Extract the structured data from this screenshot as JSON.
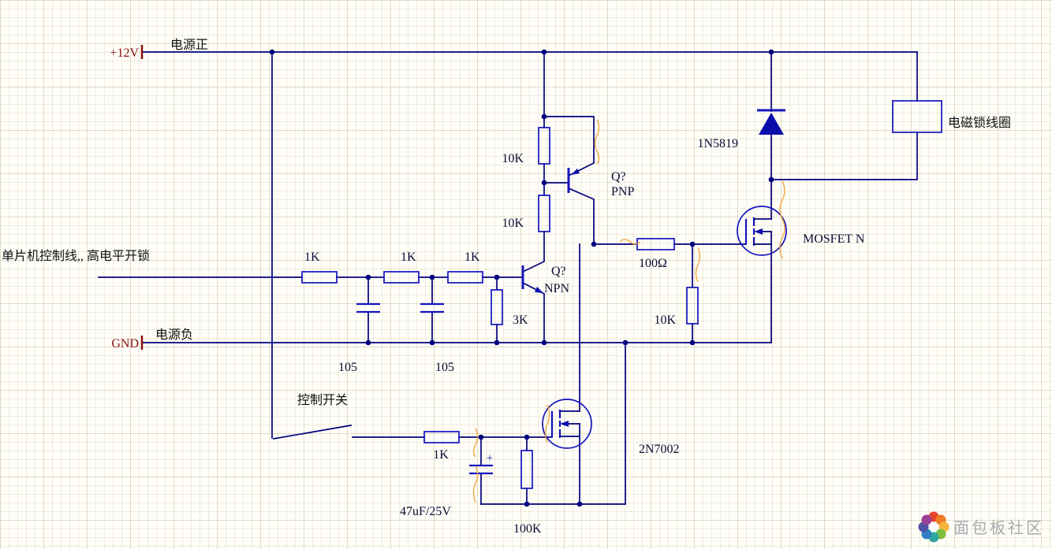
{
  "colors": {
    "wire": "#00007d",
    "symbol": "#1414bd",
    "value_text": "#0b0b33",
    "note_text": "#111111",
    "power_text": "#8b0f0f",
    "highlight": "#f0a43c",
    "watermark_text": "#a9abae"
  },
  "schematic": {
    "power": {
      "vcc": "+12V",
      "vcc_net": "电源正",
      "gnd": "GND",
      "gnd_net": "电源负"
    },
    "notes": {
      "control_line": "单片机控制线,, 高电平开锁",
      "control_switch": "控制开关",
      "coil": "电磁锁线圈"
    },
    "parts": {
      "r_in1": "1K",
      "r_in2": "1K",
      "r_in3": "1K",
      "c_in1": "105",
      "c_in2": "105",
      "r_npn_base": "3K",
      "r_bias_upper": "10K",
      "r_bias_lower": "10K",
      "npn_ref": "Q?",
      "npn_type": "NPN",
      "pnp_ref": "Q?",
      "pnp_type": "PNP",
      "r_gate": "100Ω",
      "r_gate_pull": "10K",
      "diode": "1N5819",
      "mosfet_main": "MOSFET N",
      "r_switch": "1K",
      "c_timer": "47uF/25V",
      "c_timer_plus": "+",
      "r_timer": "100K",
      "mosfet_aux": "2N7002"
    }
  },
  "watermark": {
    "site": "面包板社区"
  }
}
